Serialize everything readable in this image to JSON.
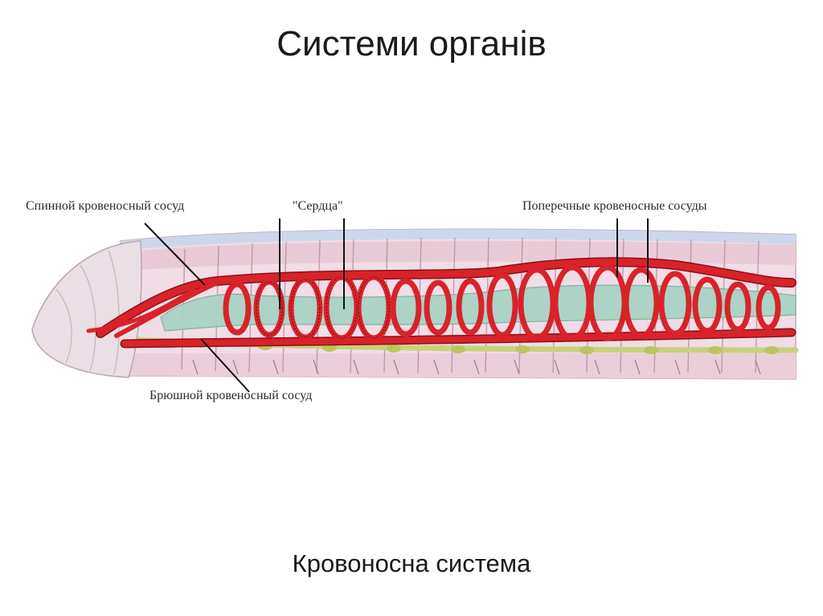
{
  "slide": {
    "title": "Системи органів",
    "caption": "Кровоносна система"
  },
  "diagram": {
    "labels": {
      "dorsal_vessel": "Спинной кровеносный сосуд",
      "hearts": "\"Сердца\"",
      "transverse_vessels": "Поперечные кровеносные сосуды",
      "ventral_vessel": "Брюшной кровеносный сосуд"
    },
    "colors": {
      "body_wall": "#f0dde6",
      "skin_stripe": "#c9d6ec",
      "muscle_layer": "#e7c9d4",
      "intestine": "#a9d3c4",
      "blood_vessel": "#d8232a",
      "vessel_edge": "#8f1014",
      "nerve_cord": "#c8d27a",
      "head": "#eadfe4"
    }
  }
}
